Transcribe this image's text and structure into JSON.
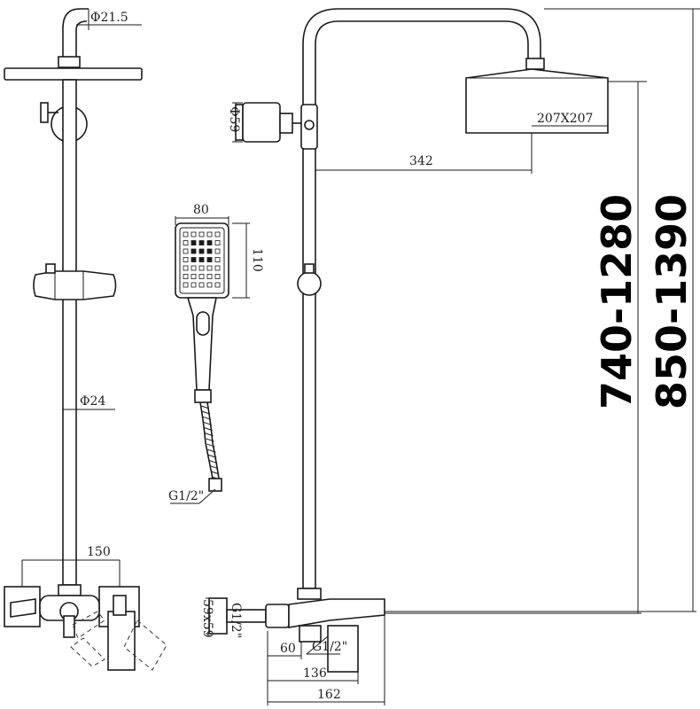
{
  "labels": {
    "pipe_diameter_top": "Φ21.5",
    "pipe_diameter_main": "Φ24",
    "handle_diameter": "Φ59",
    "head_size": "207X207",
    "arm_length": "342",
    "hand_width": "80",
    "hand_height": "110",
    "hose_thread": "G1/2\"",
    "mixer_width": "150",
    "inlet_thread": "G1/2\"",
    "outlet_thread": "G1/2\"",
    "plate_size": "59x59",
    "depth_60": "60",
    "depth_136": "136",
    "depth_162": "162",
    "height_range_1": "740-1280",
    "height_range_2": "850-1390"
  }
}
